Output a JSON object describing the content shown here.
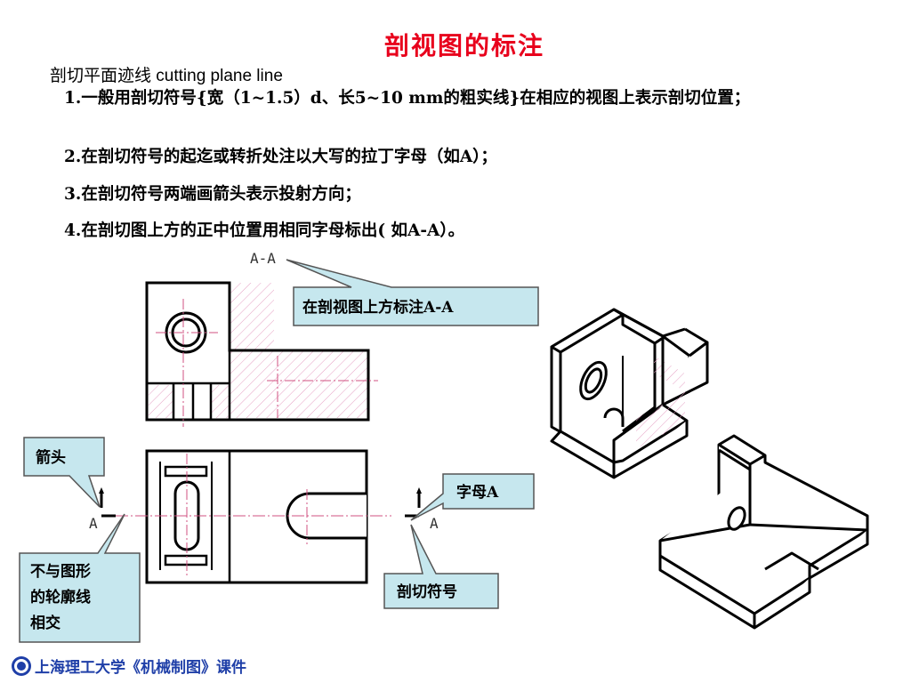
{
  "title": "剖视图的标注",
  "subtitle": "剖切平面迹线 cutting plane line",
  "rules": [
    "1.一般用剖切符号{宽（1~1.5）d、长5~10 mm的粗实线}在相应的视图上表示剖切位置；",
    "2.在剖切符号的起迄或转折处注以大写的拉丁字母（如A）；",
    "3.在剖切符号两端画箭头表示投射方向；",
    "4.在剖切图上方的正中位置用相同字母标出( 如A-A）。"
  ],
  "diagram": {
    "section_label": "A-A",
    "letter_left": "A",
    "letter_right": "A",
    "callouts": {
      "annotate_top": "在剖视图上方标注A-A",
      "arrow": "箭头",
      "letter_a": "字母A",
      "no_intersect": [
        "不与图形",
        "的轮廓线",
        "相交"
      ],
      "cut_symbol": "剖切符号"
    }
  },
  "footer": "上海理工大学《机械制图》课件",
  "colors": {
    "title": "#e8001c",
    "callout_fill": "#c6e7ee",
    "hatch": "#e6a0c4",
    "footer": "#1f3fa8"
  }
}
